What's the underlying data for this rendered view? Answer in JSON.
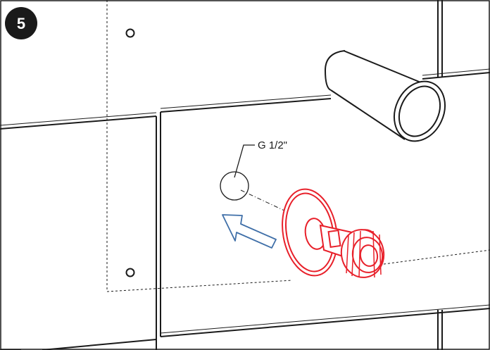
{
  "step": {
    "number": "5"
  },
  "callout": {
    "thread_label": "G 1/2\""
  },
  "colors": {
    "line": "#1a1a1a",
    "fitting": "#e8202a",
    "arrow": "#3f6fa8",
    "badge": "#1a1a1a",
    "background": "#ffffff"
  },
  "icons": {
    "step_badge": "step-number-badge",
    "direction_arrow": "insert-direction-arrow"
  }
}
